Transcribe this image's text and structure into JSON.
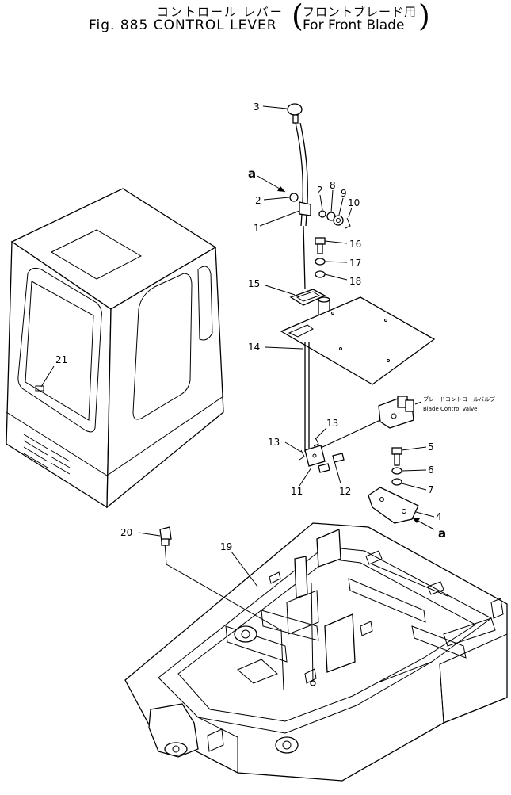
{
  "header": {
    "title_jp": "コントロール レバー",
    "title_en": "Fig. 885 CONTROL LEVER",
    "subtitle_jp": "フロントブレード用",
    "subtitle_en": "For Front Blade"
  },
  "callouts": {
    "n1": "1",
    "n2a": "2",
    "n2b": "2",
    "n3": "3",
    "n4": "4",
    "n5": "5",
    "n6": "6",
    "n7": "7",
    "n8": "8",
    "n9": "9",
    "n10": "10",
    "n11": "11",
    "n12": "12",
    "n13a": "13",
    "n13b": "13",
    "n14": "14",
    "n15": "15",
    "n16": "16",
    "n17": "17",
    "n18": "18",
    "n19": "19",
    "n20": "20",
    "n21": "21",
    "ref_a_top": "a",
    "ref_a_bottom": "a"
  },
  "annotations": {
    "valve_jp": "ブレードコントロールバルブ",
    "valve_en": "Blade Control Valve"
  }
}
